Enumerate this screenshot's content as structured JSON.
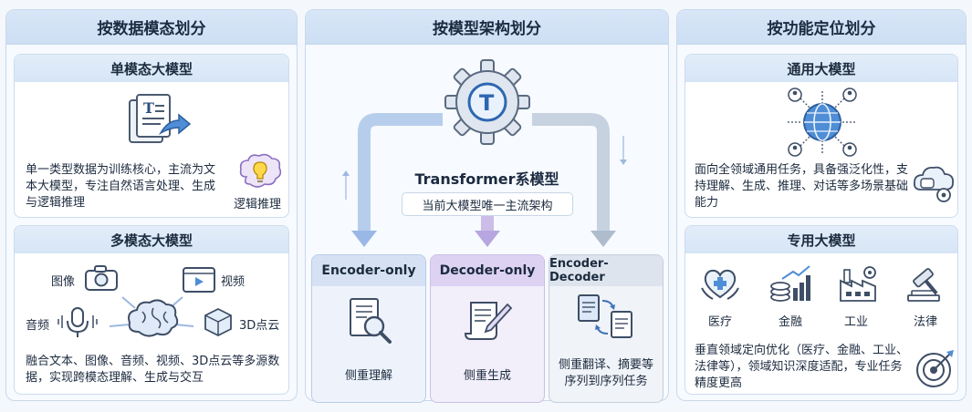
{
  "col1": {
    "title": "按数据模态划分",
    "uni": {
      "title": "单模态大模型",
      "desc": "单一类型数据为训练核心，主流为文本大模型，专注自然语言处理、生成与逻辑推理",
      "badge": "逻辑推理"
    },
    "multi": {
      "title": "多模态大模型",
      "image": "图像",
      "video": "视频",
      "audio": "音频",
      "pc": "3D点云",
      "desc": "融合文本、图像、音频、视频、3D点云等多源数据，实现跨模态理解、生成与交互"
    }
  },
  "col2": {
    "title": "按模型架构划分",
    "center_title": "Transformer系模型",
    "center_sub": "当前大模型唯一主流架构",
    "enc": {
      "title": "Encoder-only",
      "desc": "侧重理解"
    },
    "dec": {
      "title": "Decoder-only",
      "desc": "侧重生成"
    },
    "ed": {
      "title": "Encoder-Decoder",
      "desc": "侧重翻译、摘要等序列到序列任务"
    }
  },
  "col3": {
    "title": "按功能定位划分",
    "general": {
      "title": "通用大模型",
      "desc": "面向全领域通用任务，具备强泛化性，支持理解、生成、推理、对话等多场景基础能力"
    },
    "special": {
      "title": "专用大模型",
      "med": "医疗",
      "fin": "金融",
      "ind": "工业",
      "law": "法律",
      "desc": "垂直领域定向优化（医疗、金融、工业、法律等），领域知识深度适配，专业任务精度更高"
    }
  },
  "colors": {
    "enc": "#dde6f5",
    "dec": "#e6ddf4",
    "ed": "#dfe6ef",
    "accent": "#3f73b8"
  }
}
